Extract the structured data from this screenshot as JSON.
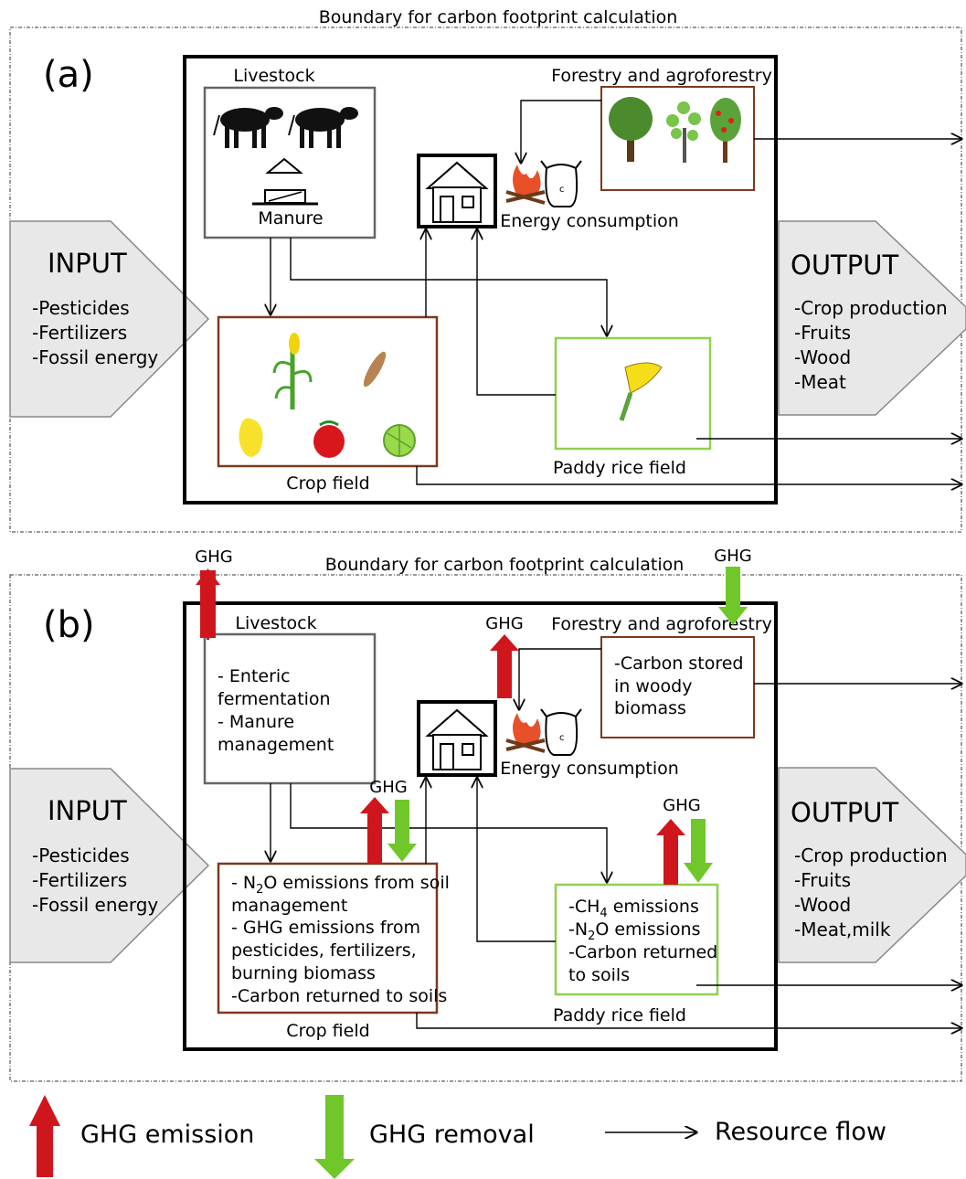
{
  "colors": {
    "emission": "#d0161d",
    "removal": "#6fc72a",
    "crop_border": "#7b3a1e",
    "forest_border": "#7b3a1e",
    "livestock_border": "#666666",
    "paddy_border": "#8fd14f",
    "io_fill": "#e8e8e8",
    "io_stroke": "#888888"
  },
  "panel_a": {
    "boundary_label": "Boundary for carbon footprint calculation",
    "label": "(a)",
    "livestock": {
      "title": "Livestock",
      "manure": "Manure"
    },
    "forestry": {
      "title": "Forestry and agroforestry"
    },
    "energy": {
      "label": "Energy consumption"
    },
    "crop_field": {
      "label": "Crop field"
    },
    "paddy": {
      "label": "Paddy rice field"
    },
    "input": {
      "title": "INPUT",
      "items": [
        "-Pesticides",
        "-Fertilizers",
        "-Fossil energy"
      ]
    },
    "output": {
      "title": "OUTPUT",
      "items": [
        "-Crop production",
        "-Fruits",
        "-Wood",
        "-Meat"
      ]
    }
  },
  "panel_b": {
    "boundary_label": "Boundary for carbon footprint calculation",
    "label": "(b)",
    "ghg": "GHG",
    "livestock": {
      "title": "Livestock",
      "items": [
        "- Enteric",
        "fermentation",
        "- Manure",
        "management"
      ]
    },
    "forestry": {
      "title": "Forestry and agroforestry",
      "items": [
        "-Carbon stored",
        "in woody",
        "biomass"
      ]
    },
    "energy": {
      "label": "Energy consumption"
    },
    "crop_field": {
      "label": "Crop field",
      "n2o_prefix": "- N",
      "n2o_sub": "2",
      "n2o_suffix": "O emissions from soil",
      "items": [
        "management",
        "- GHG emissions from",
        "pesticides, fertilizers,",
        "burning biomass",
        "-Carbon returned to soils"
      ]
    },
    "paddy": {
      "label": "Paddy rice field",
      "ch4_prefix": "-CH",
      "ch4_sub": "4",
      "ch4_suffix": " emissions",
      "n2o_prefix": "-N",
      "n2o_sub": "2",
      "n2o_suffix": "O emissions",
      "items": [
        "-Carbon returned",
        "to soils"
      ]
    },
    "input": {
      "title": "INPUT",
      "items": [
        "-Pesticides",
        "-Fertilizers",
        "-Fossil energy"
      ]
    },
    "output": {
      "title": "OUTPUT",
      "items": [
        "-Crop production",
        "-Fruits",
        "-Wood",
        "-Meat,milk"
      ]
    }
  },
  "legend": {
    "emission": "GHG emission",
    "removal": "GHG removal",
    "flow": "Resource flow"
  }
}
